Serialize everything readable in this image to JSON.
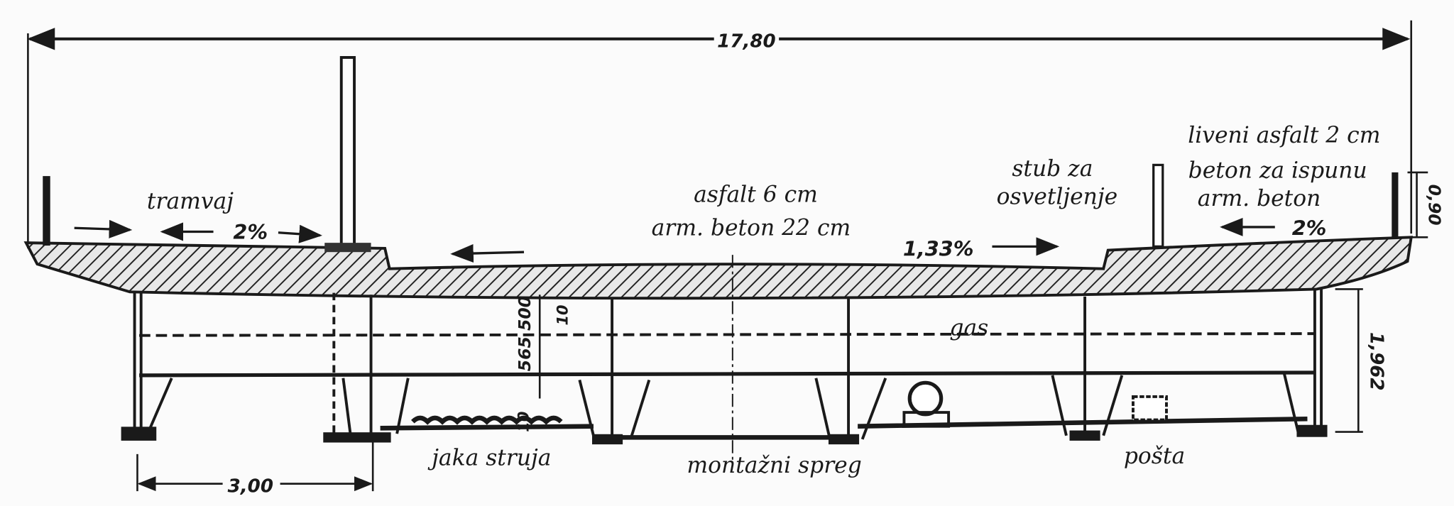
{
  "dimensions": {
    "total_width": "17,80",
    "railing_height": "0,90",
    "girder_height": "1,962",
    "girder_spacing": "3,00",
    "web_dims": "565 500",
    "flange_top": "10",
    "flange_bottom": "10"
  },
  "labels": {
    "tram": "tramvaj",
    "slope_left": "2%",
    "asphalt": "asfalt 6 cm",
    "rc_deck": "arm. beton 22 cm",
    "slope_mid": "1,33%",
    "lamp_post_1": "stub za",
    "lamp_post_2": "osvetljenje",
    "cast_asphalt": "liveni asfalt 2 cm",
    "fill_concrete": "beton za ispunu",
    "rc": "arm. beton",
    "slope_right": "2%",
    "gas": "gas",
    "power": "jaka struja",
    "bracing": "montažni spreg",
    "post": "pošta"
  },
  "colors": {
    "ink": "#1a1a1a",
    "paper": "#fbfbfb"
  }
}
